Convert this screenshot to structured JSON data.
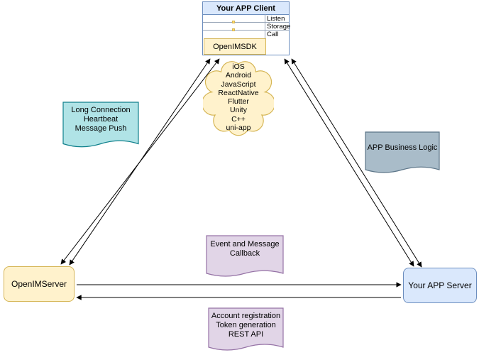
{
  "client": {
    "title": "Your APP Client",
    "rows": [
      "Listen",
      "Storage",
      "Call"
    ],
    "sdk": "OpenIMSDK"
  },
  "cloud": {
    "platforms": [
      "iOS",
      "Android",
      "JavaScript",
      "ReactNative",
      "Flutter",
      "Unity",
      "C++",
      "uni-app"
    ]
  },
  "notes": {
    "long_connection": {
      "lines": [
        "Long Connection",
        "Heartbeat",
        "Message Push"
      ]
    },
    "business_logic": {
      "lines": [
        "APP Business Logic"
      ]
    },
    "event_callback": {
      "lines": [
        "Event and Message",
        "Callback"
      ]
    },
    "rest_api": {
      "lines": [
        "Account registration",
        "Token generation",
        "REST API"
      ]
    }
  },
  "nodes": {
    "openim_server": "OpenIMServer",
    "app_server": "Your APP Server"
  },
  "colors": {
    "client_header_fill": "#dae8fc",
    "blue_border": "#6c8ebf",
    "yellow_fill": "#fff2cc",
    "yellow_border": "#d6b656",
    "teal_fill": "#b0e3e6",
    "teal_border": "#10808c",
    "gray_blue_fill": "#a9bcc9",
    "gray_blue_border": "#5d7689",
    "purple_fill": "#e1d5e7",
    "purple_border": "#9673a6",
    "arrow": "#000000"
  }
}
